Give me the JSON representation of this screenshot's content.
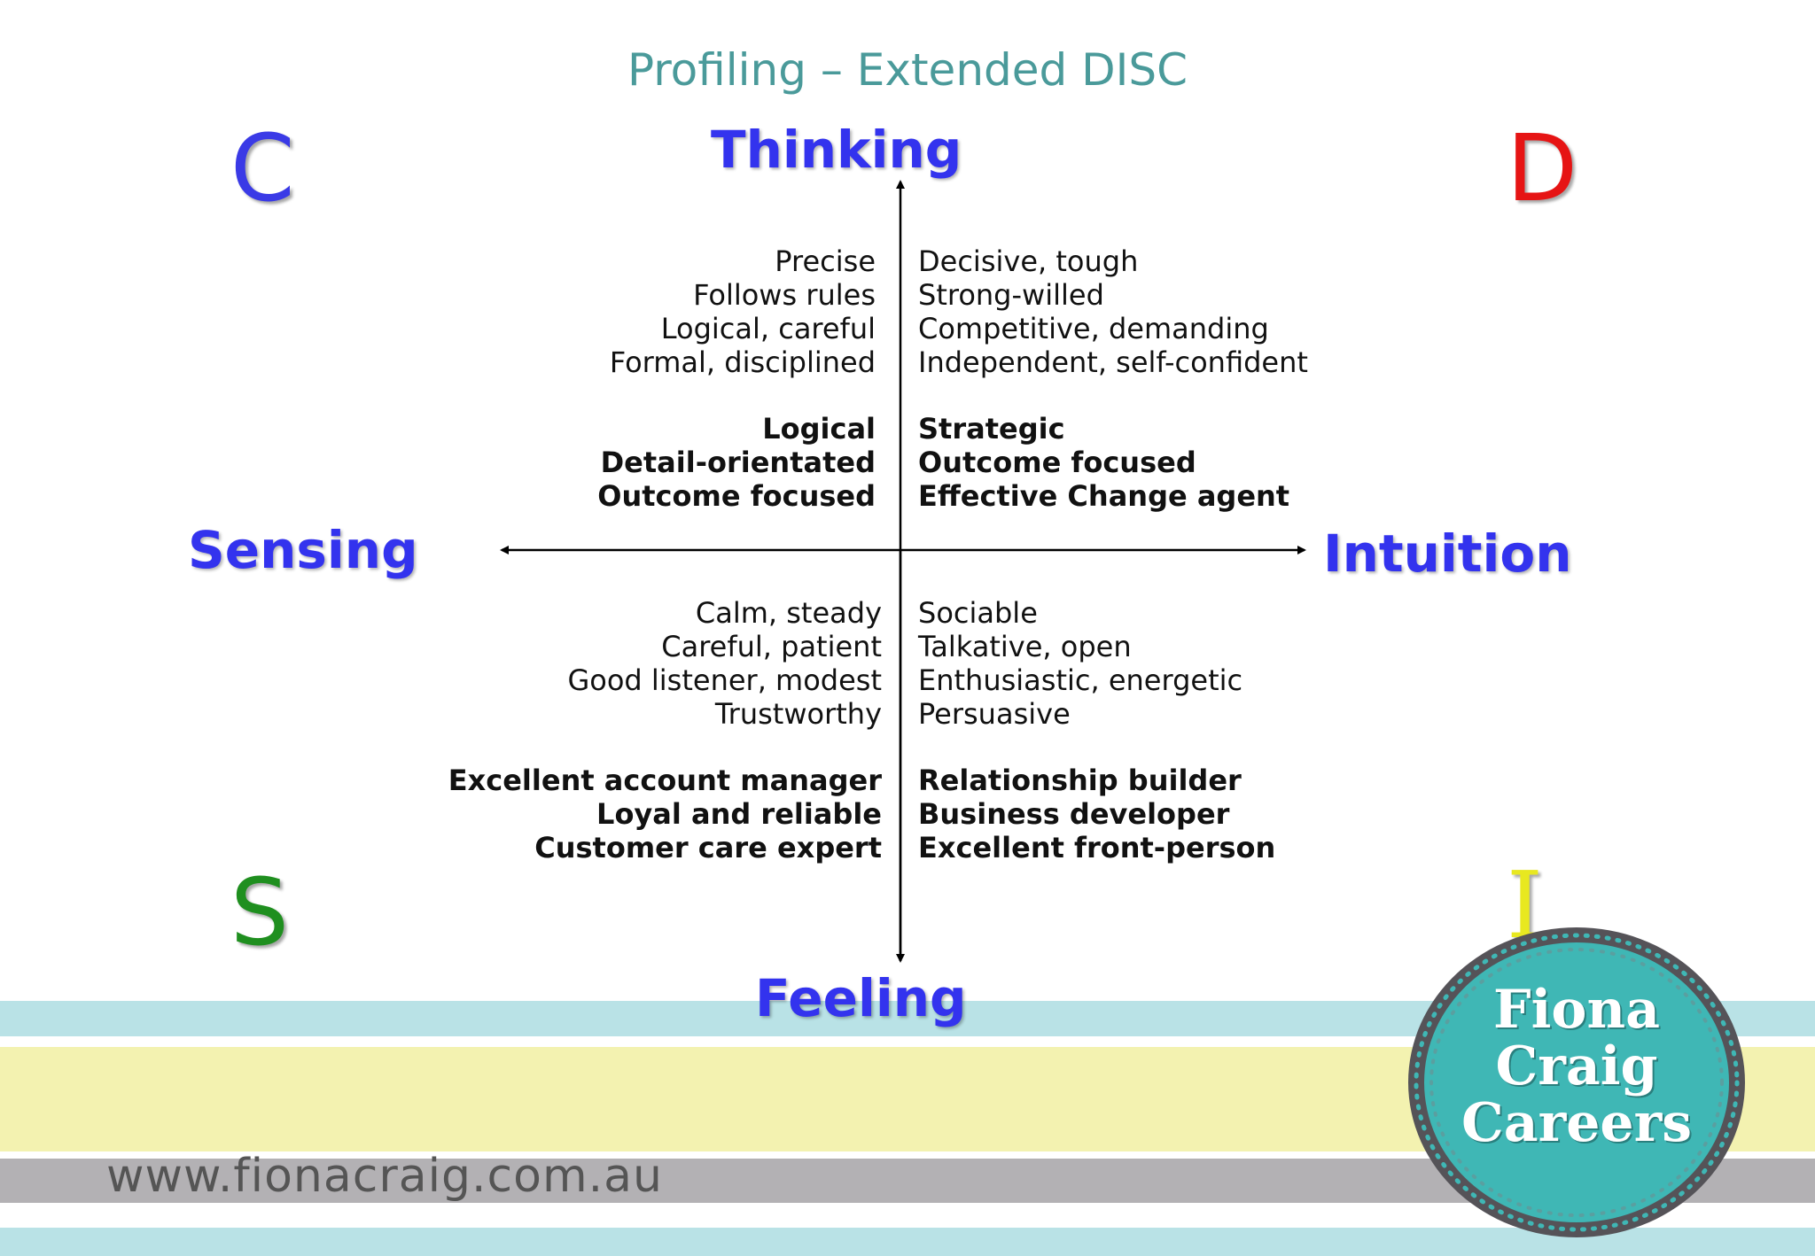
{
  "title": "Profiling – Extended DISC",
  "corners": {
    "c": {
      "letter": "C",
      "color": "#3a3ae6"
    },
    "d": {
      "letter": "D",
      "color": "#e61414"
    },
    "s": {
      "letter": "S",
      "color": "#1f8f1f"
    },
    "i": {
      "letter": "I",
      "color": "#e8e820"
    }
  },
  "axes": {
    "top": "Thinking",
    "bottom": "Feeling",
    "left": "Sensing",
    "right": "Intuition"
  },
  "quadrants": {
    "c": {
      "traits": [
        "Precise",
        "Follows rules",
        "Logical, careful",
        "Formal, disciplined"
      ],
      "strengths": [
        "Logical",
        "Detail-orientated",
        "Outcome focused"
      ]
    },
    "d": {
      "traits": [
        "Decisive, tough",
        "Strong-willed",
        "Competitive, demanding",
        "Independent, self-confident"
      ],
      "strengths": [
        "Strategic",
        "Outcome focused",
        "Effective Change agent"
      ]
    },
    "s": {
      "traits": [
        "Calm, steady",
        "Careful, patient",
        "Good listener, modest",
        "Trustworthy"
      ],
      "strengths": [
        "Excellent account manager",
        "Loyal and reliable",
        "Customer care expert"
      ]
    },
    "i": {
      "traits": [
        "Sociable",
        "Talkative, open",
        "Enthusiastic, energetic",
        "Persuasive"
      ],
      "strengths": [
        "Relationship builder",
        "Business developer",
        "Excellent front-person"
      ]
    }
  },
  "footer": {
    "url": "www.fionacraig.com.au"
  },
  "logo": {
    "lines": [
      "Fiona",
      "Craig",
      "Careers"
    ]
  }
}
